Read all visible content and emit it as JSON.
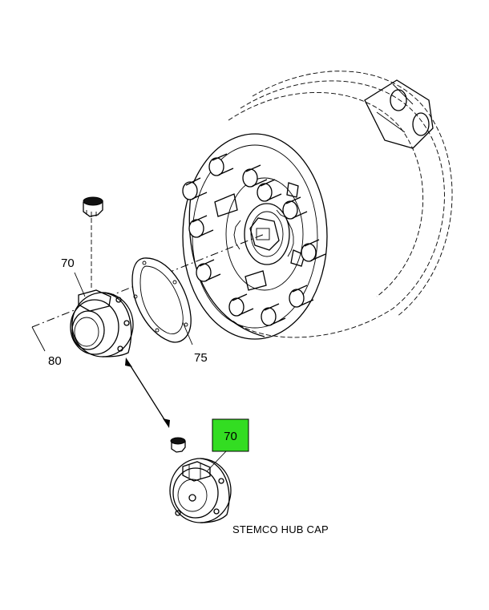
{
  "callouts": {
    "c70_top": "70",
    "c80": "80",
    "c75": "75",
    "c70_highlight": "70"
  },
  "caption": "STEMCO HUB CAP",
  "colors": {
    "highlight_fill": "#33dd22",
    "line": "#000000",
    "background": "#ffffff"
  }
}
